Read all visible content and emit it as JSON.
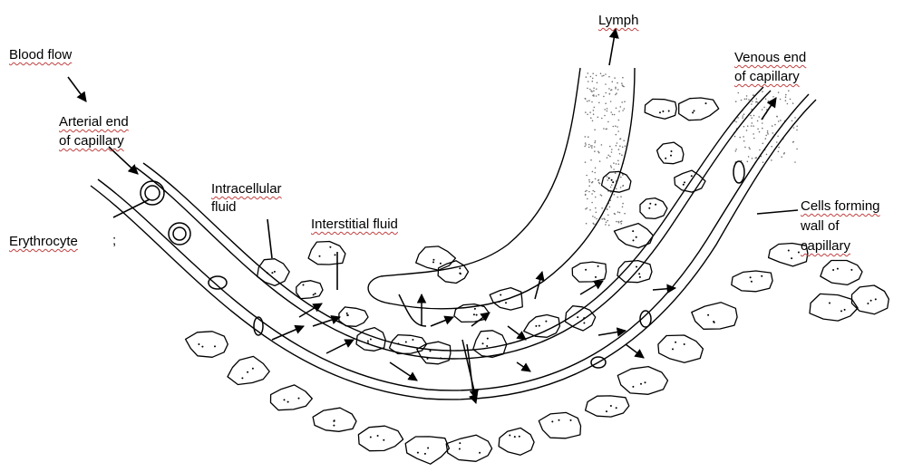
{
  "diagram": {
    "labels": {
      "blood_flow": "Blood flow",
      "arterial_end_1": "Arterial end",
      "arterial_end_2": "of capillary",
      "erythrocyte": "Erythrocyte",
      "semicolon": ";",
      "intracellular_1": "Intracellular",
      "intracellular_2": "fluid",
      "interstitial": "Interstitial fluid",
      "lymph": "Lymph",
      "venous_end_1": "Venous end",
      "venous_end_2": "of capillary",
      "cells_wall_1": "Cells forming",
      "cells_wall_2": "wall of",
      "cells_wall_3": "capillary"
    },
    "colors": {
      "ink": "#000000",
      "paper": "#ffffff",
      "spellcheck_underline": "#c04040"
    }
  }
}
